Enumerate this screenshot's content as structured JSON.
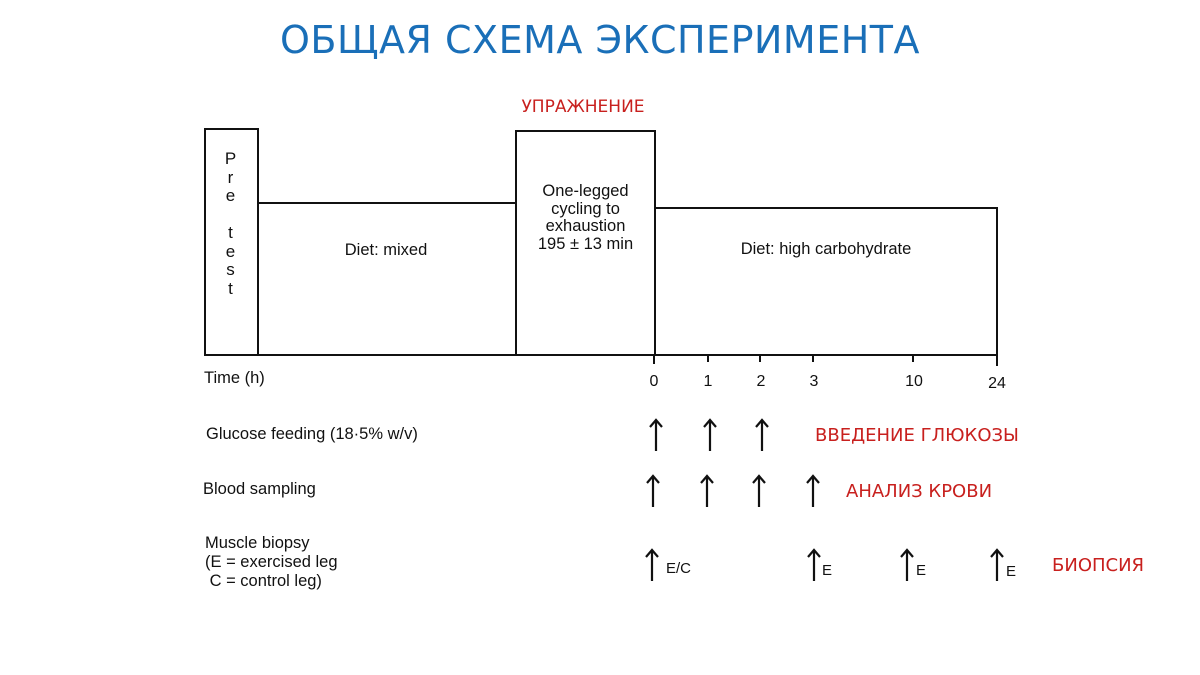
{
  "title": "ОБЩАЯ СХЕМА ЭКСПЕРИМЕНТА",
  "annotations": {
    "exercise": "УПРАЖНЕНИЕ",
    "glucose": "ВВЕДЕНИЕ ГЛЮКОЗЫ",
    "blood": "АНАЛИЗ КРОВИ",
    "biopsy": "БИОПСИЯ"
  },
  "phases": {
    "pretest": [
      "P",
      "r",
      "e",
      "",
      "t",
      "e",
      "s",
      "t"
    ],
    "diet_mixed": "Diet: mixed",
    "exercise_lines": [
      "One-legged",
      "cycling to",
      "exhaustion",
      "195 ± 13 min"
    ],
    "diet_high": "Diet: high carbohydrate"
  },
  "timeline": {
    "label": "Time (h)",
    "ticks": [
      "0",
      "1",
      "2",
      "3",
      "10",
      "24"
    ]
  },
  "rows": {
    "glucose": "Glucose feeding (18·5% w/v)",
    "blood": "Blood sampling",
    "biopsy_lines": [
      "Muscle biopsy",
      "(E = exercised leg",
      " C = control leg)"
    ]
  },
  "biopsy_marks": [
    "E/C",
    "E",
    "E",
    "E"
  ],
  "chart_data": {
    "type": "timeline",
    "title": "ОБЩАЯ СХЕМА ЭКСПЕРИМЕНТА",
    "time_points_h": [
      0,
      1,
      2,
      3,
      10,
      24
    ],
    "phases": [
      "Pre test",
      "Diet: mixed",
      "One-legged cycling to exhaustion 195 ± 13 min",
      "Diet: high carbohydrate"
    ],
    "events": {
      "Glucose feeding (18·5% w/v)": [
        0,
        1,
        2
      ],
      "Blood sampling": [
        0,
        1,
        2,
        3
      ],
      "Muscle biopsy": [
        {
          "t": 0,
          "leg": "E/C"
        },
        {
          "t": 3,
          "leg": "E"
        },
        {
          "t": 10,
          "leg": "E"
        },
        {
          "t": 24,
          "leg": "E"
        }
      ]
    }
  }
}
